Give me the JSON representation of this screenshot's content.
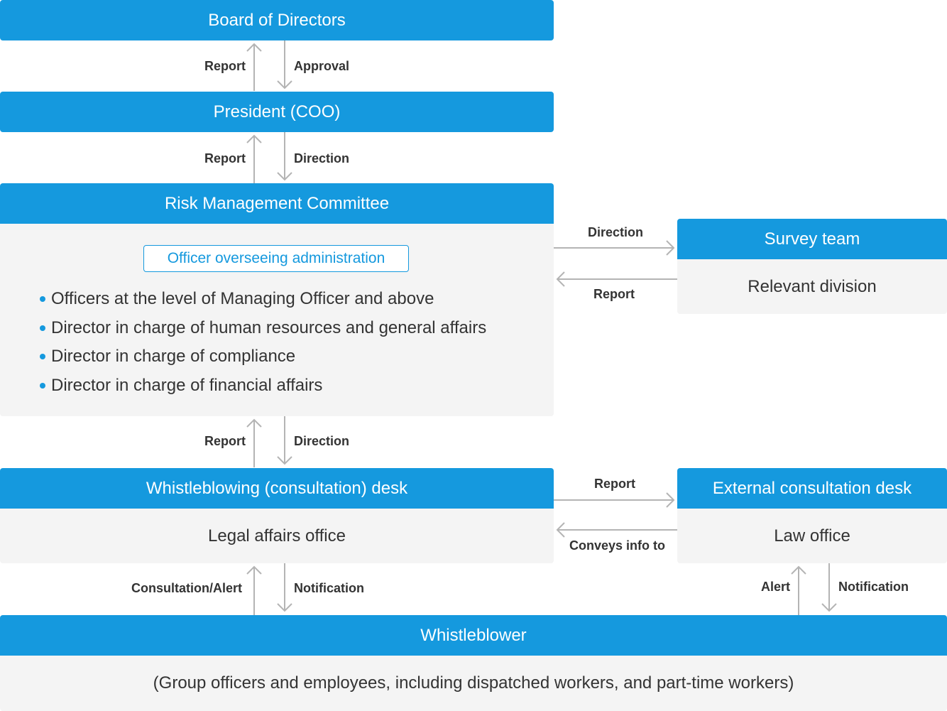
{
  "board": {
    "title": "Board of Directors"
  },
  "president": {
    "title": "President (COO)"
  },
  "rmc": {
    "title": "Risk Management Committee",
    "subtitle": "Officer overseeing administration",
    "members": [
      "Officers at the level of Managing Officer and above",
      "Director in charge of human resources and general affairs",
      "Director in charge of compliance",
      "Director in charge of financial affairs"
    ]
  },
  "survey": {
    "title": "Survey team",
    "body": "Relevant division"
  },
  "desk": {
    "title": "Whistleblowing (consultation) desk",
    "body": "Legal affairs office"
  },
  "external": {
    "title": "External consultation desk",
    "body": "Law office"
  },
  "whistleblower": {
    "title": "Whistleblower",
    "body": "(Group officers and employees, including dispatched workers, and part-time workers)"
  },
  "labels": {
    "board_report": "Report",
    "board_approval": "Approval",
    "president_report": "Report",
    "president_direction": "Direction",
    "rmc_report": "Report",
    "rmc_direction": "Direction",
    "survey_direction": "Direction",
    "survey_report": "Report",
    "external_report": "Report",
    "external_conveys": "Conveys info to",
    "wb_consultation": "Consultation/Alert",
    "wb_notification": "Notification",
    "law_alert": "Alert",
    "law_notification": "Notification"
  },
  "colors": {
    "accent": "#1599de",
    "panel": "#f4f4f4",
    "arrow": "#b4b4b4",
    "text": "#333333"
  }
}
